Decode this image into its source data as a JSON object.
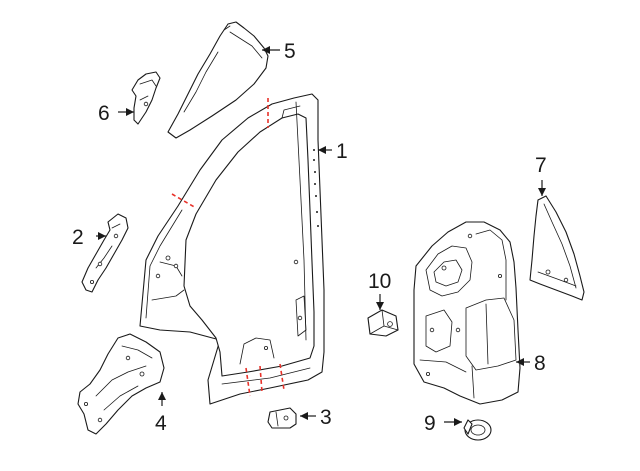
{
  "callouts": [
    {
      "id": "1",
      "label": "1"
    },
    {
      "id": "2",
      "label": "2"
    },
    {
      "id": "3",
      "label": "3"
    },
    {
      "id": "4",
      "label": "4"
    },
    {
      "id": "5",
      "label": "5"
    },
    {
      "id": "6",
      "label": "6"
    },
    {
      "id": "7",
      "label": "7"
    },
    {
      "id": "8",
      "label": "8"
    },
    {
      "id": "9",
      "label": "9"
    },
    {
      "id": "10",
      "label": "10"
    }
  ],
  "colors": {
    "line": "#1a1a1a",
    "cut_marks": "#e8322a",
    "background": "#ffffff"
  }
}
